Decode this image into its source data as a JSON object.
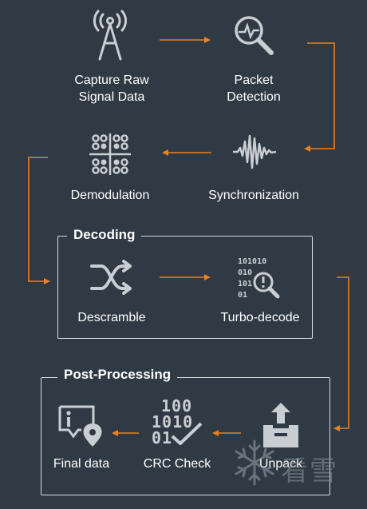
{
  "colors": {
    "background": "#2f3a44",
    "arrow": "#e8801f",
    "icon": "#c9ced3",
    "box": "#d9dde1"
  },
  "nodes": {
    "capture": {
      "label_line1": "Capture Raw",
      "label_line2": "Signal Data",
      "icon": "antenna-icon"
    },
    "packet": {
      "label_line1": "Packet",
      "label_line2": "Detection",
      "icon": "magnifier-pulse-icon"
    },
    "sync": {
      "label": "Synchronization",
      "icon": "waveform-icon"
    },
    "demod": {
      "label": "Demodulation",
      "icon": "constellation-icon"
    },
    "descramble": {
      "label": "Descramble",
      "icon": "shuffle-icon"
    },
    "turbo": {
      "label": "Turbo-decode",
      "icon": "binary-search-icon"
    },
    "unpack": {
      "label": "Unpack",
      "icon": "open-box-icon"
    },
    "crc": {
      "label": "CRC Check",
      "icon": "binary-check-icon",
      "binary_lines": [
        "100",
        "1010",
        "01"
      ]
    },
    "final": {
      "label": "Final data",
      "icon": "info-location-icon"
    }
  },
  "groups": {
    "decoding": {
      "title": "Decoding"
    },
    "post": {
      "title": "Post-Processing"
    }
  },
  "watermark": {
    "text": "看雪"
  }
}
